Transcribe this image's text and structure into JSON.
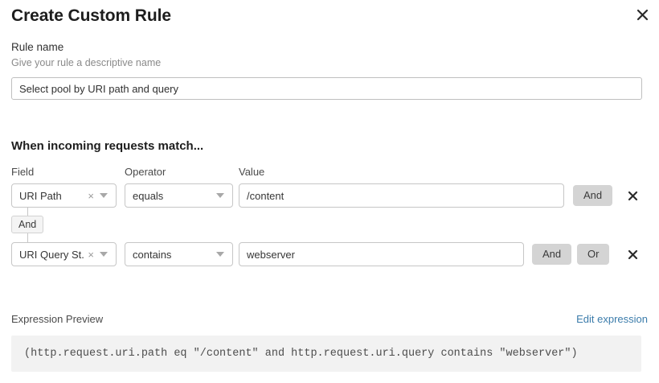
{
  "dialog": {
    "title": "Create Custom Rule",
    "close_icon": "close-icon"
  },
  "rule_name": {
    "label": "Rule name",
    "hint": "Give your rule a descriptive name",
    "value": "Select pool by URI path and query",
    "placeholder": "Select pool by URI path and query"
  },
  "conditions_section": {
    "heading": "When incoming requests match...",
    "columns": {
      "field": "Field",
      "operator": "Operator",
      "value": "Value"
    },
    "connector": {
      "label": "And"
    },
    "rows": [
      {
        "field": "URI Path",
        "clear_icon": "×",
        "operator": "equals",
        "value": "/content",
        "buttons": [
          "And"
        ],
        "delete_icon": "close-icon"
      },
      {
        "field": "URI Query St...",
        "clear_icon": "×",
        "operator": "contains",
        "value": "webserver",
        "buttons": [
          "And",
          "Or"
        ],
        "delete_icon": "close-icon"
      }
    ]
  },
  "expression_preview": {
    "title": "Expression Preview",
    "edit_link": "Edit expression",
    "expression": "(http.request.uri.path eq \"/content\" and http.request.uri.query contains \"webserver\")"
  },
  "colors": {
    "accent_link": "#3b7cab",
    "button_gray": "#d4d4d4",
    "preview_bg": "#f2f2f2",
    "border": "#c6c6c6"
  }
}
